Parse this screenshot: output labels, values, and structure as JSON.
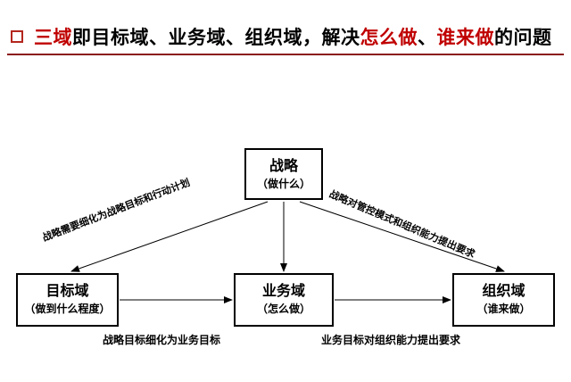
{
  "header": {
    "title_part1": "三",
    "title_part2": "域",
    "title_part3": "即目标域、业务域、组织域，解决",
    "title_part4": "怎么做",
    "title_part5": "、",
    "title_part6": "谁来做",
    "title_part7": "的问题"
  },
  "boxes": {
    "strategy": {
      "main": "战略",
      "sub": "（做什么）"
    },
    "target": {
      "main": "目标域",
      "sub": "（做到什么程度）"
    },
    "business": {
      "main": "业务域",
      "sub": "（怎么做）"
    },
    "org": {
      "main": "组织域",
      "sub": "（谁来做）"
    }
  },
  "labels": {
    "strategy_to_target": "战略需要细化为战略目标和行动计划",
    "strategy_to_org": "战略对管控模式和组织能力提出要求",
    "target_to_business": "战略目标细化为业务目标",
    "business_to_org": "业务目标对组织能力提出要求"
  },
  "colors": {
    "accent_red": "#c00000",
    "rule": "#8b1a1a"
  }
}
